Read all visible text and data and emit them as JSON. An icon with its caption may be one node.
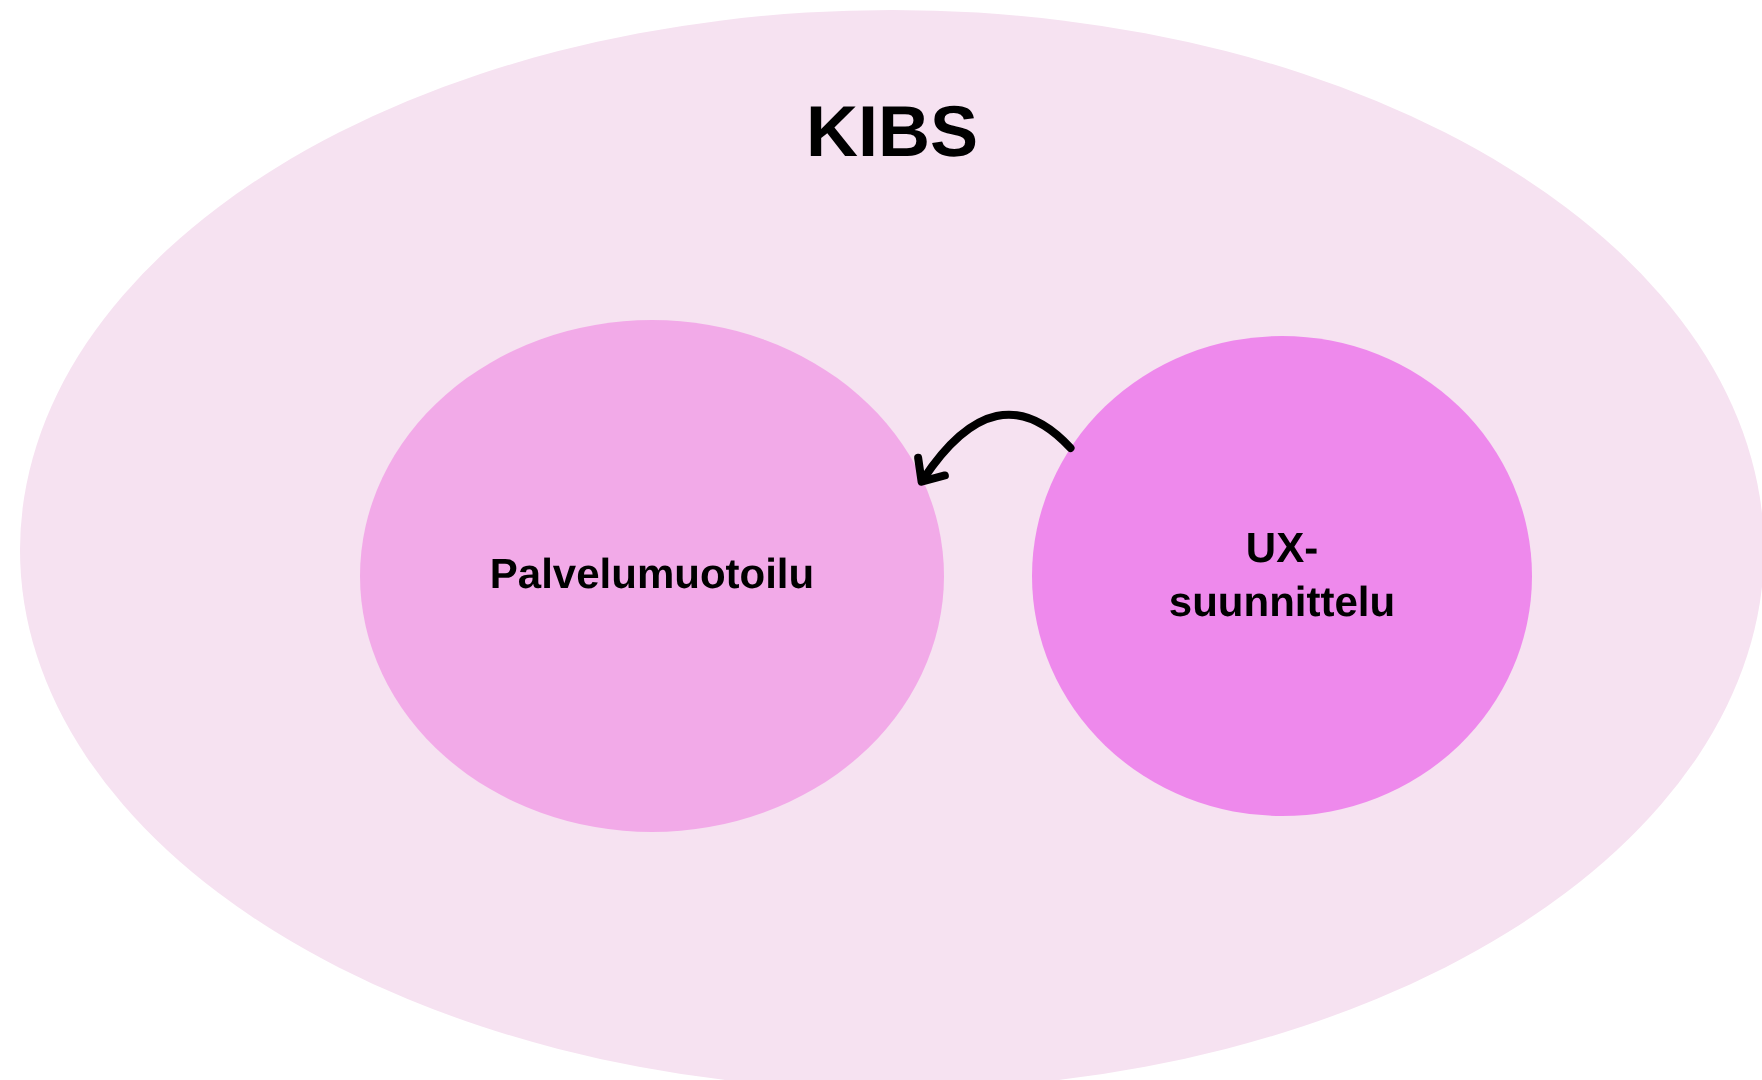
{
  "diagram": {
    "nodes": [
      {
        "text": [
          "KIBS"
        ]
      },
      {
        "text": [
          "Palvelumuotoilu"
        ],
        "in": 0
      },
      {
        "text": [
          "UX- suunnittelu"
        ],
        "in": 0
      }
    ],
    "edges": [
      {
        "from": 2,
        "to": 1,
        "arrow": "to"
      }
    ]
  }
}
